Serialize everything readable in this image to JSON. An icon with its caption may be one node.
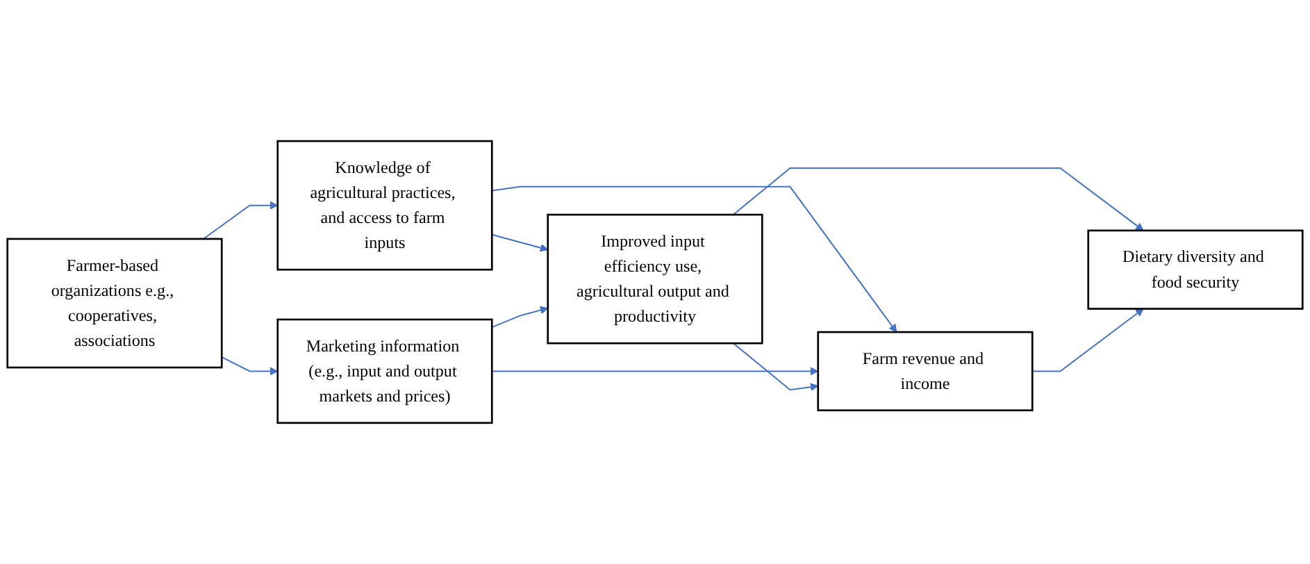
{
  "diagram": {
    "nodes": [
      {
        "text": [
          "Farmer-based organizations e.g., cooperatives, associations"
        ]
      },
      {
        "text": [
          "Knowledge of agricultural practices, and access to farm inputs"
        ]
      },
      {
        "text": [
          "Improved input efficiency use, agricultural output and productivity"
        ]
      },
      {
        "text": [
          "Dietary diversity and food security"
        ]
      },
      {
        "text": [
          "Marketing information (e.g., input and output markets and prices)"
        ]
      },
      {
        "text": [
          "Farm revenue and income"
        ]
      }
    ],
    "edges": [
      {
        "from": 0,
        "to": 1,
        "arrow": "to"
      },
      {
        "from": 0,
        "to": 4,
        "arrow": "to"
      },
      {
        "from": 1,
        "to": 2,
        "arrow": "to"
      },
      {
        "from": 1,
        "to": 5,
        "arrow": "to"
      },
      {
        "from": 4,
        "to": 2,
        "arrow": "to"
      },
      {
        "from": 4,
        "to": 5,
        "arrow": "to"
      },
      {
        "from": 2,
        "to": 5,
        "arrow": "to"
      },
      {
        "from": 2,
        "to": 3,
        "arrow": "to"
      },
      {
        "from": 5,
        "to": 3,
        "arrow": "to"
      }
    ]
  }
}
